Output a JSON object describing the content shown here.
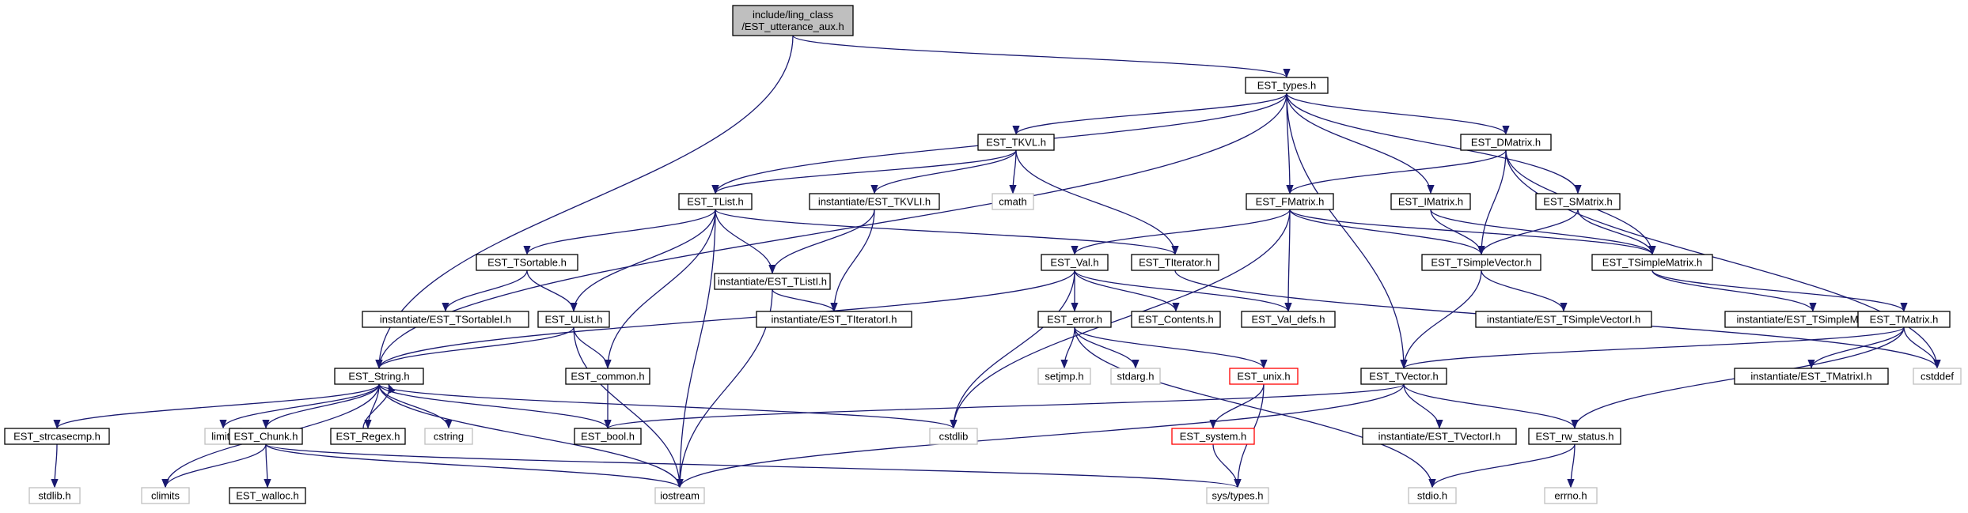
{
  "colors": {
    "edge": "#191970",
    "root_fill": "#bfbfbf",
    "box_border": "#000000",
    "missing_border": "#bfbfbf",
    "truncated_border": "#ff0000"
  },
  "nodes": [
    {
      "id": "root",
      "lines": [
        "include/ling_class",
        "/EST_utterance_aux.h"
      ],
      "kind": "root"
    },
    {
      "id": "types",
      "lines": [
        "EST_types.h"
      ],
      "kind": "normal"
    },
    {
      "id": "tkvl",
      "lines": [
        "EST_TKVL.h"
      ],
      "kind": "normal"
    },
    {
      "id": "dmatrix",
      "lines": [
        "EST_DMatrix.h"
      ],
      "kind": "normal"
    },
    {
      "id": "tlist",
      "lines": [
        "EST_TList.h"
      ],
      "kind": "normal"
    },
    {
      "id": "tkvli",
      "lines": [
        "instantiate/EST_TKVLI.h"
      ],
      "kind": "normal"
    },
    {
      "id": "cmath",
      "lines": [
        "cmath"
      ],
      "kind": "missing"
    },
    {
      "id": "fmatrix",
      "lines": [
        "EST_FMatrix.h"
      ],
      "kind": "normal"
    },
    {
      "id": "imatrix",
      "lines": [
        "EST_IMatrix.h"
      ],
      "kind": "normal"
    },
    {
      "id": "smatrix",
      "lines": [
        "EST_SMatrix.h"
      ],
      "kind": "normal"
    },
    {
      "id": "tsortable",
      "lines": [
        "EST_TSortable.h"
      ],
      "kind": "normal"
    },
    {
      "id": "tlisti",
      "lines": [
        "instantiate/EST_TListI.h"
      ],
      "kind": "normal"
    },
    {
      "id": "val",
      "lines": [
        "EST_Val.h"
      ],
      "kind": "normal"
    },
    {
      "id": "titerator",
      "lines": [
        "EST_TIterator.h"
      ],
      "kind": "normal"
    },
    {
      "id": "tsimplevector",
      "lines": [
        "EST_TSimpleVector.h"
      ],
      "kind": "normal"
    },
    {
      "id": "tsimplematrix",
      "lines": [
        "EST_TSimpleMatrix.h"
      ],
      "kind": "normal"
    },
    {
      "id": "tsortablei",
      "lines": [
        "instantiate/EST_TSortableI.h"
      ],
      "kind": "normal"
    },
    {
      "id": "ulist",
      "lines": [
        "EST_UList.h"
      ],
      "kind": "normal"
    },
    {
      "id": "titeratori",
      "lines": [
        "instantiate/EST_TIteratorI.h"
      ],
      "kind": "normal"
    },
    {
      "id": "error",
      "lines": [
        "EST_error.h"
      ],
      "kind": "normal"
    },
    {
      "id": "contents",
      "lines": [
        "EST_Contents.h"
      ],
      "kind": "normal"
    },
    {
      "id": "valdefs",
      "lines": [
        "EST_Val_defs.h"
      ],
      "kind": "normal"
    },
    {
      "id": "tsimplevectori",
      "lines": [
        "instantiate/EST_TSimpleVectorI.h"
      ],
      "kind": "normal"
    },
    {
      "id": "tsimplematrixi",
      "lines": [
        "instantiate/EST_TSimpleMatrixI.h"
      ],
      "kind": "normal"
    },
    {
      "id": "tmatrix",
      "lines": [
        "EST_TMatrix.h"
      ],
      "kind": "normal"
    },
    {
      "id": "string",
      "lines": [
        "EST_String.h"
      ],
      "kind": "normal"
    },
    {
      "id": "common",
      "lines": [
        "EST_common.h"
      ],
      "kind": "normal"
    },
    {
      "id": "setjmp",
      "lines": [
        "setjmp.h"
      ],
      "kind": "missing"
    },
    {
      "id": "stdarg",
      "lines": [
        "stdarg.h"
      ],
      "kind": "missing"
    },
    {
      "id": "unix",
      "lines": [
        "EST_unix.h"
      ],
      "kind": "truncated"
    },
    {
      "id": "tvector",
      "lines": [
        "EST_TVector.h"
      ],
      "kind": "normal"
    },
    {
      "id": "tmatrixi",
      "lines": [
        "instantiate/EST_TMatrixI.h"
      ],
      "kind": "normal"
    },
    {
      "id": "cstddef",
      "lines": [
        "cstddef"
      ],
      "kind": "missing"
    },
    {
      "id": "strcasecmp",
      "lines": [
        "EST_strcasecmp.h"
      ],
      "kind": "normal"
    },
    {
      "id": "limits",
      "lines": [
        "limits"
      ],
      "kind": "missing"
    },
    {
      "id": "chunk",
      "lines": [
        "EST_Chunk.h"
      ],
      "kind": "normal"
    },
    {
      "id": "regex",
      "lines": [
        "EST_Regex.h"
      ],
      "kind": "normal"
    },
    {
      "id": "cstring",
      "lines": [
        "cstring"
      ],
      "kind": "missing"
    },
    {
      "id": "bool",
      "lines": [
        "EST_bool.h"
      ],
      "kind": "normal"
    },
    {
      "id": "cstdlib",
      "lines": [
        "cstdlib"
      ],
      "kind": "missing"
    },
    {
      "id": "system",
      "lines": [
        "EST_system.h"
      ],
      "kind": "truncated"
    },
    {
      "id": "tvectori",
      "lines": [
        "instantiate/EST_TVectorI.h"
      ],
      "kind": "normal"
    },
    {
      "id": "rwstatus",
      "lines": [
        "EST_rw_status.h"
      ],
      "kind": "normal"
    },
    {
      "id": "stdlib",
      "lines": [
        "stdlib.h"
      ],
      "kind": "missing"
    },
    {
      "id": "climits",
      "lines": [
        "climits"
      ],
      "kind": "missing"
    },
    {
      "id": "walloc",
      "lines": [
        "EST_walloc.h"
      ],
      "kind": "normal"
    },
    {
      "id": "iostream",
      "lines": [
        "iostream"
      ],
      "kind": "missing"
    },
    {
      "id": "systypes",
      "lines": [
        "sys/types.h"
      ],
      "kind": "missing"
    },
    {
      "id": "stdio",
      "lines": [
        "stdio.h"
      ],
      "kind": "missing"
    },
    {
      "id": "errno",
      "lines": [
        "errno.h"
      ],
      "kind": "missing"
    }
  ],
  "edges": [
    [
      "root",
      "types"
    ],
    [
      "root",
      "string"
    ],
    [
      "types",
      "string"
    ],
    [
      "types",
      "tkvl"
    ],
    [
      "types",
      "tlist"
    ],
    [
      "types",
      "fmatrix"
    ],
    [
      "types",
      "imatrix"
    ],
    [
      "types",
      "dmatrix"
    ],
    [
      "types",
      "smatrix"
    ],
    [
      "types",
      "tvector"
    ],
    [
      "tkvl",
      "tlist"
    ],
    [
      "tkvl",
      "tkvli"
    ],
    [
      "tkvl",
      "cmath"
    ],
    [
      "tkvl",
      "titerator"
    ],
    [
      "dmatrix",
      "fmatrix"
    ],
    [
      "dmatrix",
      "tsimplevector"
    ],
    [
      "dmatrix",
      "tsimplematrix"
    ],
    [
      "dmatrix",
      "cstddef"
    ],
    [
      "tlist",
      "tsortable"
    ],
    [
      "tlist",
      "tlisti"
    ],
    [
      "tlist",
      "ulist"
    ],
    [
      "tlist",
      "common"
    ],
    [
      "tlist",
      "iostream"
    ],
    [
      "tlist",
      "titerator"
    ],
    [
      "tkvli",
      "tlisti"
    ],
    [
      "tkvli",
      "titeratori"
    ],
    [
      "fmatrix",
      "val"
    ],
    [
      "fmatrix",
      "tsimplevector"
    ],
    [
      "fmatrix",
      "tsimplematrix"
    ],
    [
      "fmatrix",
      "valdefs"
    ],
    [
      "fmatrix",
      "cstdlib"
    ],
    [
      "imatrix",
      "tsimplevector"
    ],
    [
      "imatrix",
      "tsimplematrix"
    ],
    [
      "smatrix",
      "tsimplevector"
    ],
    [
      "smatrix",
      "tsimplematrix"
    ],
    [
      "tsortable",
      "tsortablei"
    ],
    [
      "tsortable",
      "ulist"
    ],
    [
      "tlisti",
      "titeratori"
    ],
    [
      "tlisti",
      "iostream"
    ],
    [
      "val",
      "error"
    ],
    [
      "val",
      "contents"
    ],
    [
      "val",
      "valdefs"
    ],
    [
      "val",
      "string"
    ],
    [
      "val",
      "cstdlib"
    ],
    [
      "titerator",
      "cstddef"
    ],
    [
      "tsimplevector",
      "tsimplevectori"
    ],
    [
      "tsimplevector",
      "tvector"
    ],
    [
      "tsimplematrix",
      "tsimplematrixi"
    ],
    [
      "tsimplematrix",
      "tmatrix"
    ],
    [
      "ulist",
      "string"
    ],
    [
      "ulist",
      "common"
    ],
    [
      "ulist",
      "iostream"
    ],
    [
      "error",
      "setjmp"
    ],
    [
      "error",
      "stdarg"
    ],
    [
      "error",
      "unix"
    ],
    [
      "error",
      "stdio"
    ],
    [
      "tmatrix",
      "tmatrixi"
    ],
    [
      "tmatrix",
      "tvector"
    ],
    [
      "tmatrix",
      "cstddef"
    ],
    [
      "tmatrix",
      "rwstatus"
    ],
    [
      "string",
      "strcasecmp"
    ],
    [
      "string",
      "limits"
    ],
    [
      "string",
      "chunk"
    ],
    [
      "string",
      "regex"
    ],
    [
      "string",
      "cstring"
    ],
    [
      "string",
      "bool"
    ],
    [
      "string",
      "cstdlib"
    ],
    [
      "string",
      "climits"
    ],
    [
      "string",
      "iostream"
    ],
    [
      "common",
      "bool"
    ],
    [
      "unix",
      "system"
    ],
    [
      "unix",
      "systypes"
    ],
    [
      "tvector",
      "bool"
    ],
    [
      "tvector",
      "tvectori"
    ],
    [
      "tvector",
      "rwstatus"
    ],
    [
      "tvector",
      "iostream"
    ],
    [
      "strcasecmp",
      "stdlib"
    ],
    [
      "chunk",
      "climits"
    ],
    [
      "chunk",
      "walloc"
    ],
    [
      "chunk",
      "iostream"
    ],
    [
      "chunk",
      "systypes"
    ],
    [
      "regex",
      "string"
    ],
    [
      "system",
      "systypes"
    ],
    [
      "rwstatus",
      "stdio"
    ],
    [
      "rwstatus",
      "errno"
    ],
    [
      "iostream",
      "iostream"
    ]
  ]
}
